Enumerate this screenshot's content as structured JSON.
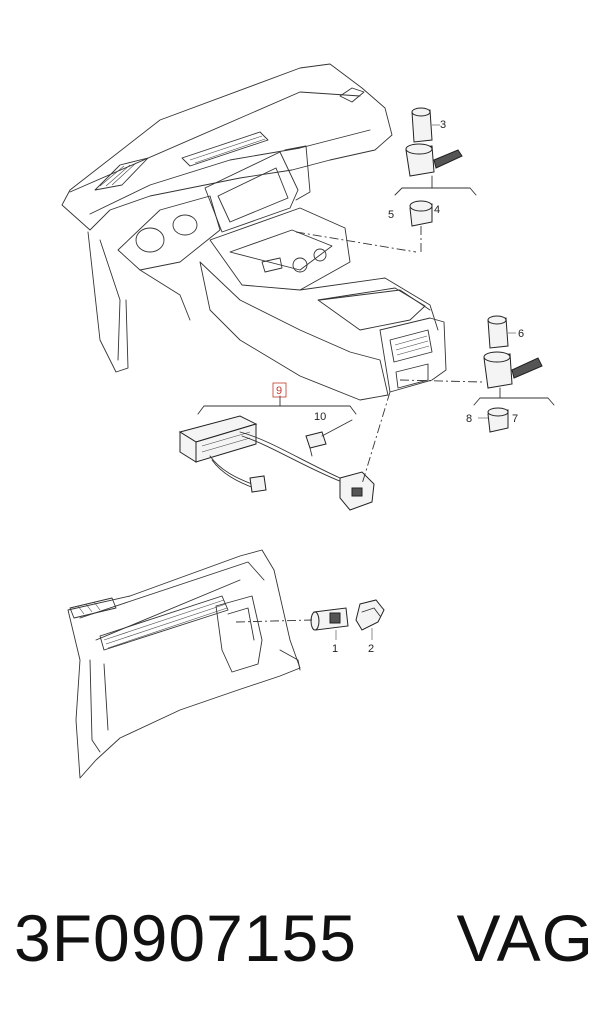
{
  "callouts": {
    "c1": "1",
    "c2": "2",
    "c3": "3",
    "c4": "4",
    "c5": "5",
    "c6": "6",
    "c7": "7",
    "c8": "8",
    "c9": "9",
    "c10": "10"
  },
  "footer": {
    "part_number": "3F0907155",
    "brand": "VAG"
  },
  "colors": {
    "highlight_callout": "#c0392b",
    "line": "#333333"
  }
}
